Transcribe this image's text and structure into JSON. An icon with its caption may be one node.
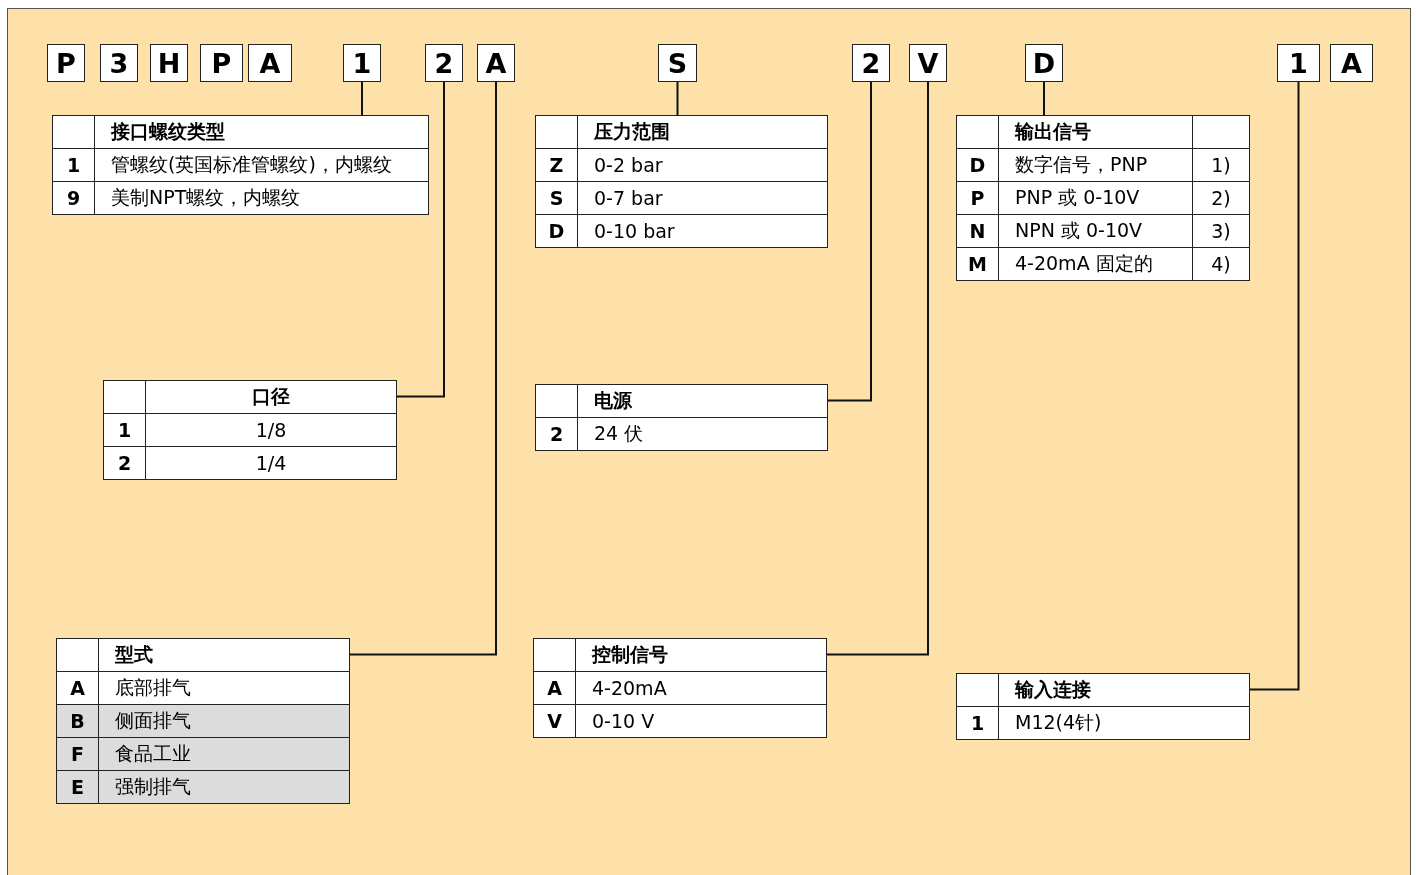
{
  "diagram": {
    "nodes": [
      {
        "text": [
          "P"
        ]
      },
      {
        "text": [
          "3"
        ]
      },
      {
        "text": [
          "H"
        ]
      },
      {
        "text": [
          "P"
        ]
      },
      {
        "text": [
          "A"
        ]
      },
      {
        "text": [
          "1"
        ]
      },
      {
        "text": [
          "2"
        ]
      },
      {
        "text": [
          "A"
        ]
      },
      {
        "text": [
          "S"
        ]
      },
      {
        "text": [
          "2"
        ]
      },
      {
        "text": [
          "V"
        ]
      },
      {
        "text": [
          "D"
        ]
      },
      {
        "text": [
          "1"
        ]
      },
      {
        "text": [
          "A"
        ]
      },
      {
        "text": [
          "接口螺纹类型",
          "1",
          "管螺纹(英国标准管螺纹)，内螺纹",
          "9",
          "美制NPT螺纹，内螺纹"
        ]
      },
      {
        "text": [
          "口径",
          "1",
          "1/8",
          "2",
          "1/4"
        ]
      },
      {
        "text": [
          "型式",
          "A",
          "底部排气",
          "B",
          "侧面排气",
          "F",
          "食品工业",
          "E",
          "强制排气"
        ]
      },
      {
        "text": [
          "压力范围",
          "Z",
          "0-2 bar",
          "S",
          "0-7 bar",
          "D",
          "0-10 bar"
        ]
      },
      {
        "text": [
          "电源",
          "2",
          "24 伏"
        ]
      },
      {
        "text": [
          "控制信号",
          "A",
          "4-20mA",
          "V",
          "0-10 V"
        ]
      },
      {
        "text": [
          "输出信号",
          "D",
          "数字信号，PNP",
          "1)",
          "P",
          "PNP 或 0-10V",
          "2)",
          "N",
          "NPN 或 0-10V",
          "3)",
          "M",
          "4-20mA 固定的",
          "4)"
        ]
      },
      {
        "text": [
          "输入连接",
          "1",
          "M12(4针)"
        ]
      }
    ],
    "edges": [
      {
        "from": 5,
        "to": 14,
        "arrow": "none"
      },
      {
        "from": 6,
        "to": 15,
        "arrow": "none"
      },
      {
        "from": 7,
        "to": 16,
        "arrow": "none"
      },
      {
        "from": 8,
        "to": 17,
        "arrow": "none"
      },
      {
        "from": 9,
        "to": 18,
        "arrow": "none"
      },
      {
        "from": 10,
        "to": 19,
        "arrow": "none"
      },
      {
        "from": 11,
        "to": 20,
        "arrow": "none"
      },
      {
        "from": 12,
        "to": 21,
        "arrow": "none"
      }
    ]
  }
}
